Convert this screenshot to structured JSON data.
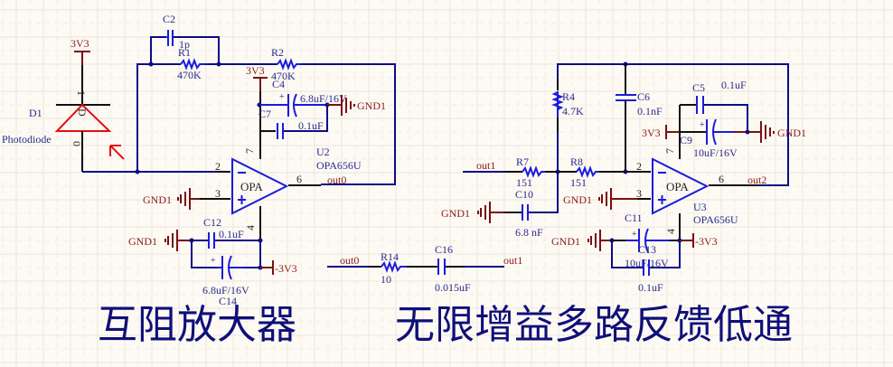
{
  "schematic": {
    "titles": {
      "left": "互阻放大器",
      "right": "无限增益多路反馈低通"
    },
    "nets": {
      "vpos": "3V3",
      "vneg": "-3V3",
      "gnd": "GND1",
      "out0": "out0",
      "out1": "out1",
      "out2": "out2"
    },
    "components": {
      "D1": {
        "ref": "D1",
        "value": "Photodiode",
        "pin1": "1",
        "pin2": "0",
        "glyph": "D"
      },
      "C2": {
        "ref": "C2",
        "value": "1p"
      },
      "R1": {
        "ref": "R1",
        "value": "470K"
      },
      "R2": {
        "ref": "R2",
        "value": "470K"
      },
      "C4": {
        "ref": "C4",
        "value": "6.8uF/16V"
      },
      "C7": {
        "ref": "C7",
        "value": "0.1uF"
      },
      "U2": {
        "ref": "U2",
        "value": "OPA656U",
        "body": "OPA",
        "pins": {
          "inv": "2",
          "noninv": "3",
          "out": "6",
          "vpos": "7",
          "vneg": "4"
        }
      },
      "C12": {
        "ref": "C12",
        "value": "0.1uF"
      },
      "C14": {
        "ref": "C14",
        "value": "6.8uF/16V"
      },
      "R14": {
        "ref": "R14",
        "value": "10"
      },
      "C16": {
        "ref": "C16",
        "value": "0.015uF"
      },
      "R4": {
        "ref": "R4",
        "value": "4.7K"
      },
      "C6": {
        "ref": "C6",
        "value": "0.1nF"
      },
      "R7": {
        "ref": "R7",
        "value": "151"
      },
      "R8": {
        "ref": "R8",
        "value": "151"
      },
      "C10": {
        "ref": "C10",
        "value": "6.8 nF"
      },
      "C5": {
        "ref": "C5",
        "value": "0.1uF"
      },
      "C9": {
        "ref": "C9",
        "value": "10uF/16V"
      },
      "U3": {
        "ref": "U3",
        "value": "OPA656U",
        "body": "OPA",
        "pins": {
          "inv": "2",
          "noninv": "3",
          "out": "6",
          "vpos": "7",
          "vneg": "4"
        }
      },
      "C11": {
        "ref": "C11",
        "value": "10uF/16V"
      },
      "C13": {
        "ref": "C13",
        "value": "0.1uF"
      }
    },
    "colors": {
      "background": "#fdfaf3",
      "wire": "#0c0c8a",
      "component": "#1b1bdd",
      "power": "#7a1010",
      "photodiode": "#e01010",
      "label": "#2a2a8c"
    }
  }
}
